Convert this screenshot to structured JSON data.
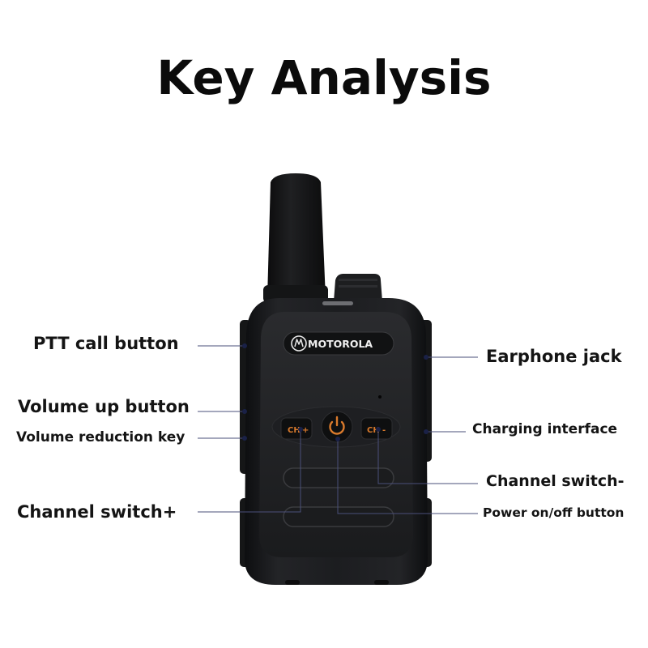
{
  "title": "Key Analysis",
  "brand": "MOTOROLA",
  "labels": {
    "ptt": "PTT call button",
    "volume_up": "Volume up button",
    "volume_down": "Volume reduction key",
    "channel_plus": "Channel switch+",
    "earphone": "Earphone jack",
    "charging": "Charging interface",
    "channel_minus": "Channel switch-",
    "power": "Power on/off button"
  },
  "key_text": {
    "left_key": "CH",
    "right_key": "CH"
  },
  "colors": {
    "accent_orange": "#d97a2c",
    "body_dark": "#1b1c1e",
    "callout_dot": "#1a2147",
    "callout_line": "#4a4f7a"
  }
}
